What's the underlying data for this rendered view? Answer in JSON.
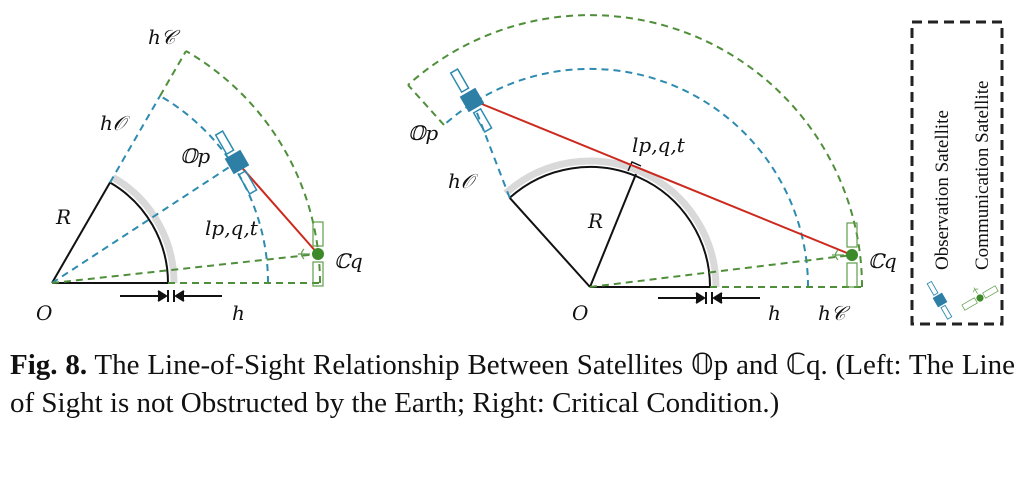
{
  "left_diagram": {
    "labels": {
      "hc": "h𝒞",
      "ho": "h𝒪",
      "op": "𝕆p",
      "r": "R",
      "l": "lp,q,t",
      "cq": "ℂq",
      "o": "O",
      "h": "h"
    }
  },
  "right_diagram": {
    "labels": {
      "op": "𝕆p",
      "ho": "h𝒪",
      "l": "lp,q,t",
      "r": "R",
      "cq": "ℂq",
      "o": "O",
      "h": "h",
      "hc": "h𝒞"
    }
  },
  "legend": {
    "observation": "Observation Satellite",
    "communication": "Communication Satellite"
  },
  "caption": {
    "fig": "Fig. 8.",
    "text": "The Line-of-Sight Relationship Between Satellites 𝕆p and ℂq. (Left: The Line of Sight is not Obstructed by the Earth; Right: Critical Condition.)"
  },
  "colors": {
    "blue": "#2e8bb0",
    "green": "#4f8f3a",
    "red": "#cc2a1e",
    "earth_shadow": "#d9d9d9"
  }
}
